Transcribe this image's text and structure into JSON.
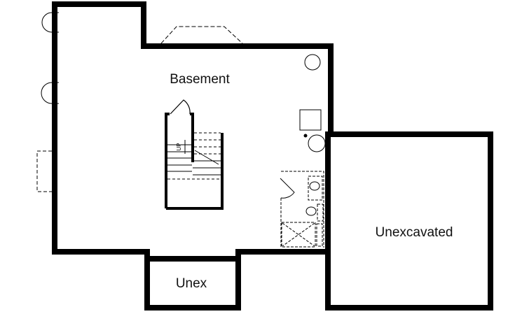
{
  "rooms": {
    "basement": "Basement",
    "unexcavated": "Unexcavated",
    "unex": "Unex"
  },
  "stairs_label": "UP",
  "colors": {
    "wall": "#000000",
    "background": "#ffffff"
  }
}
